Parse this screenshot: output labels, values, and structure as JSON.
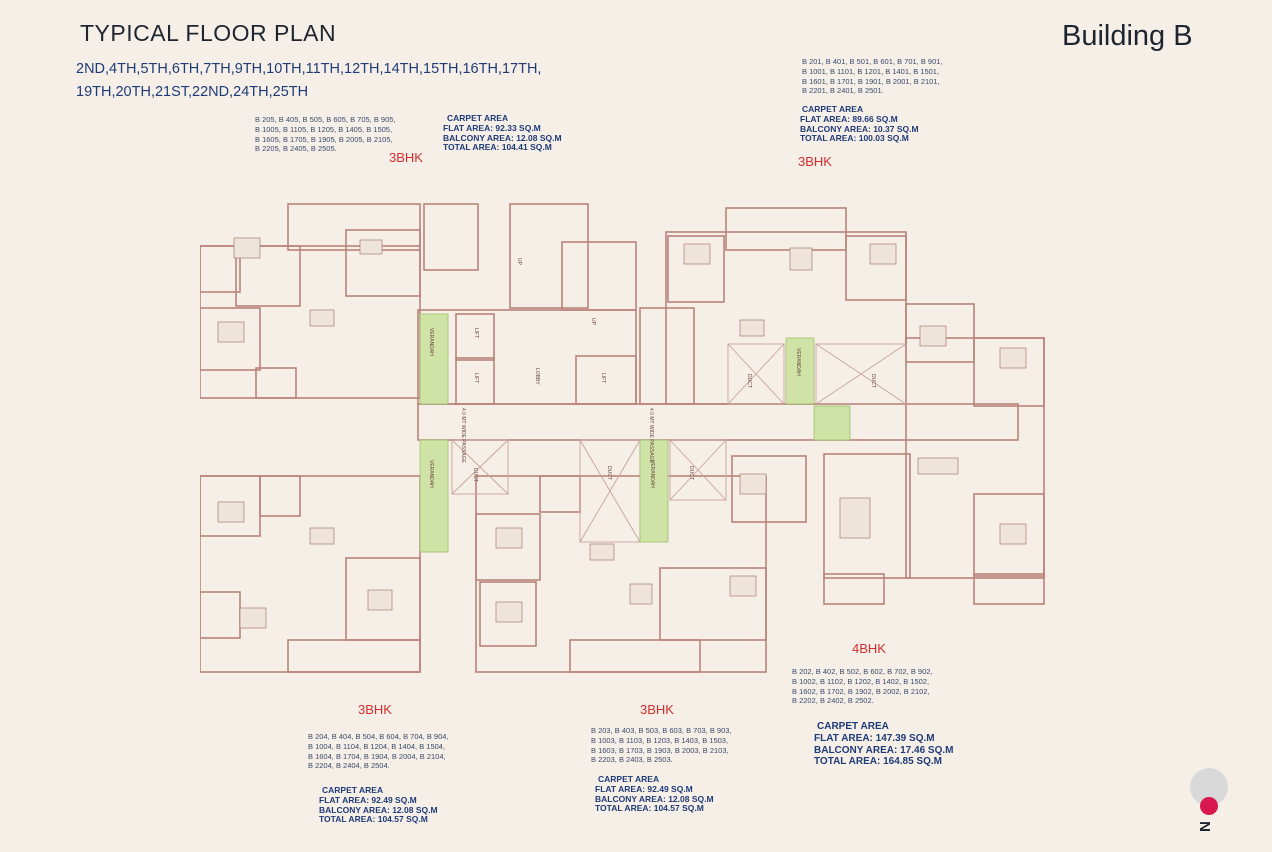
{
  "header": {
    "title": "TYPICAL FLOOR PLAN",
    "floors_line1": "2ND,4TH,5TH,6TH,7TH,9TH,10TH,11TH,12TH,14TH,15TH,16TH,17TH,",
    "floors_line2": "19TH,20TH,21ST,22ND,24TH,25TH",
    "building": "Building B"
  },
  "units": {
    "top_left": {
      "type": "3BHK",
      "flats": [
        "B 205, B 405, B 505, B 605, B 705, B 905,",
        "B 1005, B 1105, B 1205, B 1405, B 1505,",
        "B 1605, B 1705, B 1905, B 2005, B 2105,",
        "B 2205, B 2405, B 2505."
      ],
      "carpet_heading": "CARPET AREA",
      "flat_area": "FLAT AREA: 92.33 SQ.M",
      "balcony_area": "BALCONY AREA: 12.08 SQ.M",
      "total_area": "TOTAL AREA: 104.41 SQ.M"
    },
    "top_right": {
      "type": "3BHK",
      "flats": [
        "B 201, B 401, B 501, B 601, B 701, B 901,",
        "B 1001, B 1101, B 1201, B 1401, B 1501,",
        "B 1601, B 1701, B 1901, B 2001, B 2101,",
        "B 2201, B 2401, B 2501."
      ],
      "carpet_heading": "CARPET AREA",
      "flat_area": "FLAT AREA: 89.66 SQ.M",
      "balcony_area": "BALCONY AREA: 10.37 SQ.M",
      "total_area": "TOTAL AREA: 100.03 SQ.M"
    },
    "bottom_left": {
      "type": "3BHK",
      "flats": [
        "B 204, B 404, B 504, B 604, B 704, B 904,",
        "B 1004, B 1104, B 1204, B 1404, B 1504,",
        "B 1604, B 1704, B 1904, B 2004, B 2104,",
        "B 2204, B 2404, B 2504."
      ],
      "carpet_heading": "CARPET AREA",
      "flat_area": "FLAT AREA: 92.49 SQ.M",
      "balcony_area": "BALCONY AREA: 12.08 SQ.M",
      "total_area": "TOTAL AREA: 104.57 SQ.M"
    },
    "bottom_mid": {
      "type": "3BHK",
      "flats": [
        "B 203, B 403, B 503, B 603, B 703, B 903,",
        "B 1003, B 1103, B 1203, B 1403, B 1503,",
        "B 1603, B 1703, B 1903, B 2003, B 2103,",
        "B 2203, B 2403, B 2503."
      ],
      "carpet_heading": "CARPET AREA",
      "flat_area": "FLAT AREA: 92.49 SQ.M",
      "balcony_area": "BALCONY AREA: 12.08 SQ.M",
      "total_area": "TOTAL AREA: 104.57 SQ.M"
    },
    "bottom_right": {
      "type": "4BHK",
      "flats": [
        "B 202, B 402, B 502, B 602, B 702, B 902,",
        "B 1002, B 1102, B 1202, B 1402, B 1502,",
        "B 1602, B 1702, B 1902, B 2002, B 2102,",
        "B 2202, B 2402, B 2502."
      ],
      "carpet_heading": "CARPET AREA",
      "flat_area": "FLAT AREA: 147.39 SQ.M",
      "balcony_area": "BALCONY AREA: 17.46 SQ.M",
      "total_area": "TOTAL AREA: 164.85 SQ.M"
    }
  },
  "plan_labels": {
    "lobby": "LOBBY",
    "lift": "LIFT",
    "duct": "DUCT",
    "up": "UP",
    "passage": "4.0 MT WIDE PASSAGE",
    "verandah": "VERANDAH"
  },
  "compass": {
    "letter": "N"
  },
  "colors": {
    "wall": "#b9837a",
    "verandah": "#cfe3a6",
    "accent": "#d32f2f",
    "text": "#1f3b78"
  }
}
